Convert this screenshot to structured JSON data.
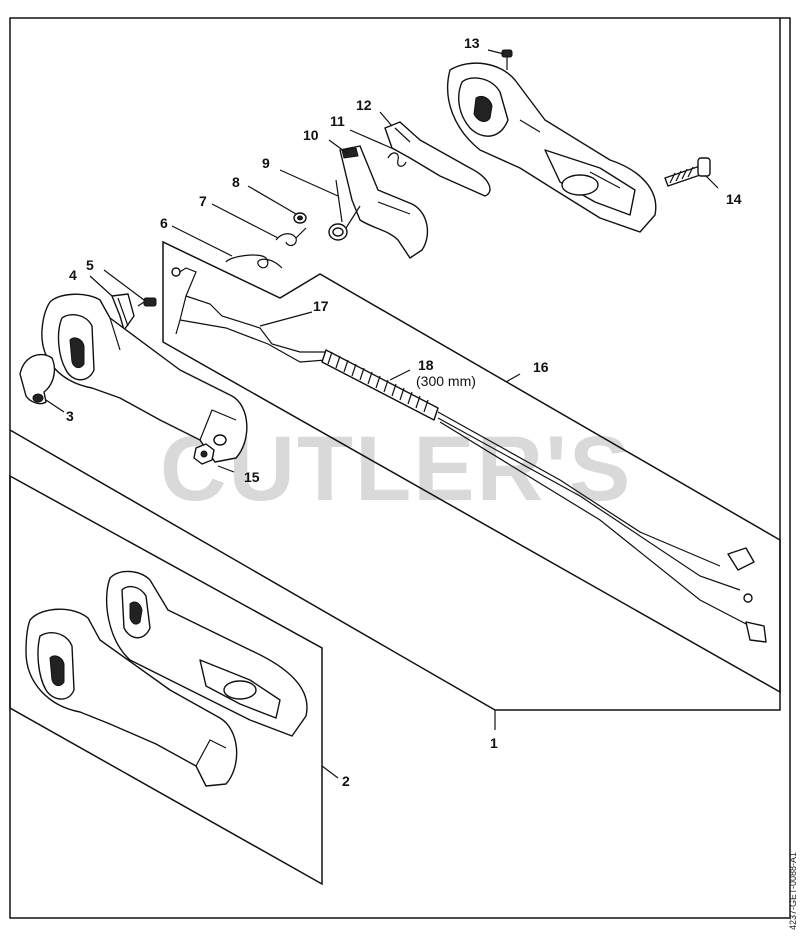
{
  "watermark": "CUTLER'S",
  "drawing_code": "4237-GET-0088-A1",
  "callouts": {
    "c1": "1",
    "c2": "2",
    "c3": "3",
    "c4": "4",
    "c5": "5",
    "c6": "6",
    "c7": "7",
    "c8": "8",
    "c9": "9",
    "c10": "10",
    "c11": "11",
    "c12": "12",
    "c13": "13",
    "c14": "14",
    "c15": "15",
    "c16": "16",
    "c17": "17",
    "c18": "18",
    "c18_note": "(300 mm)"
  },
  "parts": [
    {
      "ref": "1",
      "icon": "handle-assembly-icon"
    },
    {
      "ref": "2",
      "icon": "handle-housing-pair-icon"
    },
    {
      "ref": "3",
      "icon": "grip-cap-icon"
    },
    {
      "ref": "4",
      "icon": "contact-spring-icon"
    },
    {
      "ref": "5",
      "icon": "screw-icon"
    },
    {
      "ref": "6",
      "icon": "spring-icon"
    },
    {
      "ref": "7",
      "icon": "spring-icon"
    },
    {
      "ref": "8",
      "icon": "washer-icon"
    },
    {
      "ref": "9",
      "icon": "torsion-spring-icon"
    },
    {
      "ref": "10",
      "icon": "throttle-trigger-icon"
    },
    {
      "ref": "11",
      "icon": "spring-icon"
    },
    {
      "ref": "12",
      "icon": "interlock-lever-icon"
    },
    {
      "ref": "13",
      "icon": "screw-icon"
    },
    {
      "ref": "14",
      "icon": "screw-icon"
    },
    {
      "ref": "15",
      "icon": "nut-icon"
    },
    {
      "ref": "16",
      "icon": "cable-harness-icon"
    },
    {
      "ref": "17",
      "icon": "throttle-rod-icon"
    },
    {
      "ref": "18",
      "icon": "throttle-cable-icon"
    }
  ]
}
